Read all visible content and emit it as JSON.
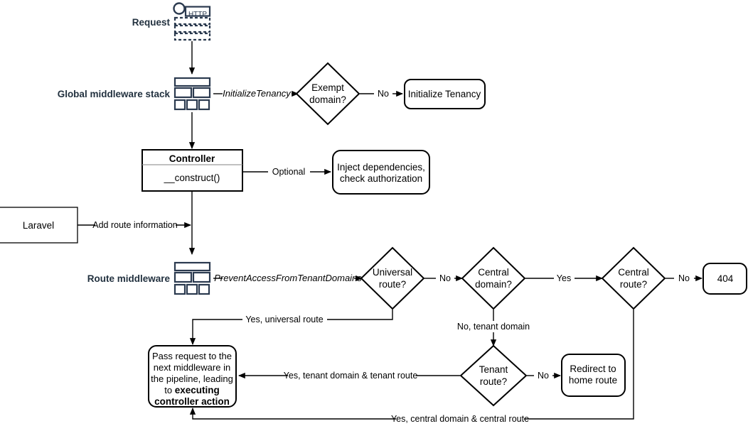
{
  "diagram": {
    "title": "Laravel multi-tenancy request lifecycle flowchart",
    "stage_labels": {
      "request": "Request",
      "global_middleware": "Global middleware stack",
      "route_middleware": "Route middleware"
    },
    "icons": {
      "http_request": "http-request-icon",
      "middleware_stack": "middleware-stack-icon"
    },
    "nodes": {
      "http_badge": "HTTP",
      "exempt_domain": [
        "Exempt",
        "domain?"
      ],
      "initialize_tenancy": "Initialize Tenancy",
      "controller_header": "Controller",
      "controller_method": "__construct()",
      "inject_dependencies": [
        "Inject dependencies,",
        "check authorization"
      ],
      "laravel": "Laravel",
      "universal_route": [
        "Universal",
        "route?"
      ],
      "central_domain": [
        "Central",
        "domain?"
      ],
      "central_route": [
        "Central",
        "route?"
      ],
      "not_found": "404",
      "tenant_route": [
        "Tenant",
        "route?"
      ],
      "redirect_home": [
        "Redirect to",
        "home route"
      ],
      "pass_request": {
        "line1": "Pass request to the",
        "line2": "next middleware in",
        "line3": "the pipeline, leading",
        "line4": "to ",
        "line4_bold": "executing",
        "line5_bold": "controller action"
      }
    },
    "edges": {
      "initialize_tenancy_label": "InitializeTenancy",
      "exempt_no": "No",
      "optional": "Optional",
      "add_route_information": "Add route information",
      "prevent_access": "PreventAccessFromTenantDomains",
      "universal_no": "No",
      "central_domain_yes": "Yes",
      "central_route_no": "No",
      "yes_universal_route": "Yes, universal route",
      "no_tenant_domain": "No, tenant domain",
      "tenant_route_no": "No",
      "yes_tenant_domain_tenant_route": "Yes, tenant domain & tenant route",
      "yes_central_domain_central_route": "Yes, central domain & central route"
    },
    "colors": {
      "stroke": "#000000",
      "icon": "#2b3a4f",
      "divider": "#9a9a9a",
      "background": "#ffffff"
    }
  }
}
